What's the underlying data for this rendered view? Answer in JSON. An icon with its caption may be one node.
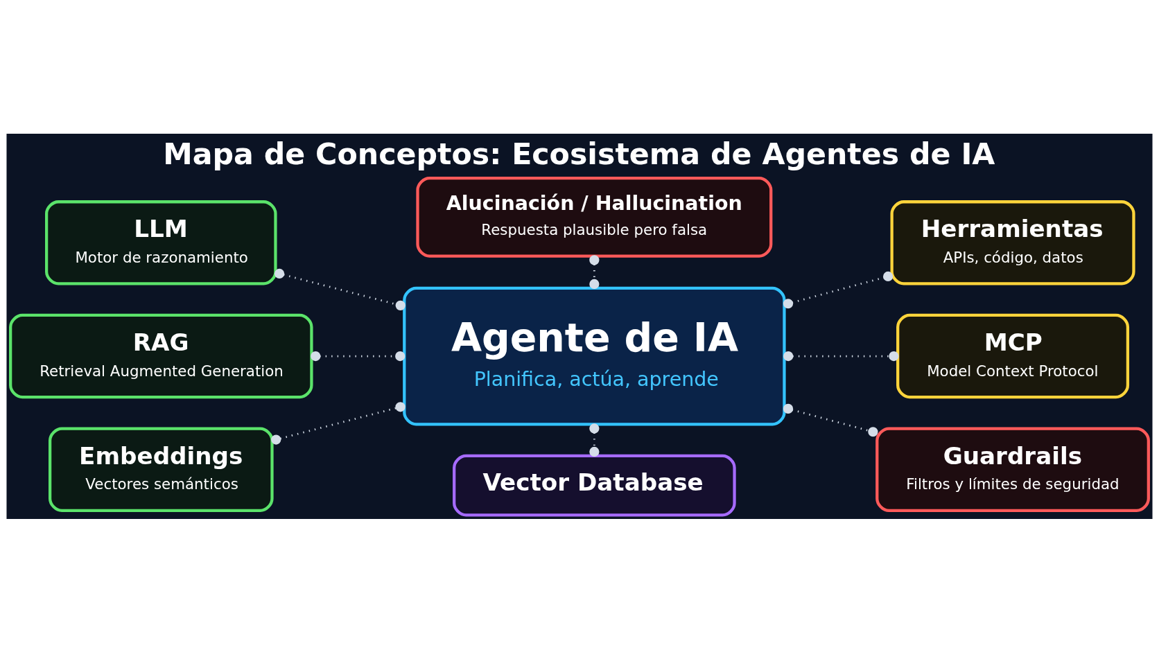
{
  "diagram": {
    "title": "Mapa de Conceptos: Ecosistema de Agentes de IA",
    "nodes": [
      {
        "text": [
          "Alucinación / Hallucination",
          "Respuesta plausible pero falsa"
        ]
      },
      {
        "text": [
          "LLM",
          "Motor de razonamiento"
        ]
      },
      {
        "text": [
          "Herramientas",
          "APIs, código, datos"
        ]
      },
      {
        "text": [
          "Agente de IA",
          "Planifica, actúa, aprende"
        ]
      },
      {
        "text": [
          "RAG",
          "Retrieval Augmented Generation"
        ]
      },
      {
        "text": [
          "MCP",
          "Model Context Protocol"
        ]
      },
      {
        "text": [
          "Embeddings",
          "Vectores semánticos"
        ]
      },
      {
        "text": [
          "Guardrails",
          "Filtros y límites de seguridad"
        ]
      },
      {
        "text": [
          "Vector Database"
        ]
      }
    ],
    "edges": [
      {
        "from": 0,
        "to": 3,
        "arrow": "other",
        "style": "dashed"
      },
      {
        "from": 1,
        "to": 3,
        "arrow": "other",
        "style": "dashed"
      },
      {
        "from": 3,
        "to": 2,
        "arrow": "other",
        "style": "dashed"
      },
      {
        "from": 4,
        "to": 3,
        "arrow": "other",
        "style": "dashed"
      },
      {
        "from": 3,
        "to": 5,
        "arrow": "other",
        "style": "dashed"
      },
      {
        "from": 6,
        "to": 3,
        "arrow": "other",
        "style": "dashed"
      },
      {
        "from": 3,
        "to": 7,
        "arrow": "other",
        "style": "dashed"
      },
      {
        "from": 3,
        "to": 8,
        "arrow": "other",
        "style": "dashed"
      }
    ]
  }
}
